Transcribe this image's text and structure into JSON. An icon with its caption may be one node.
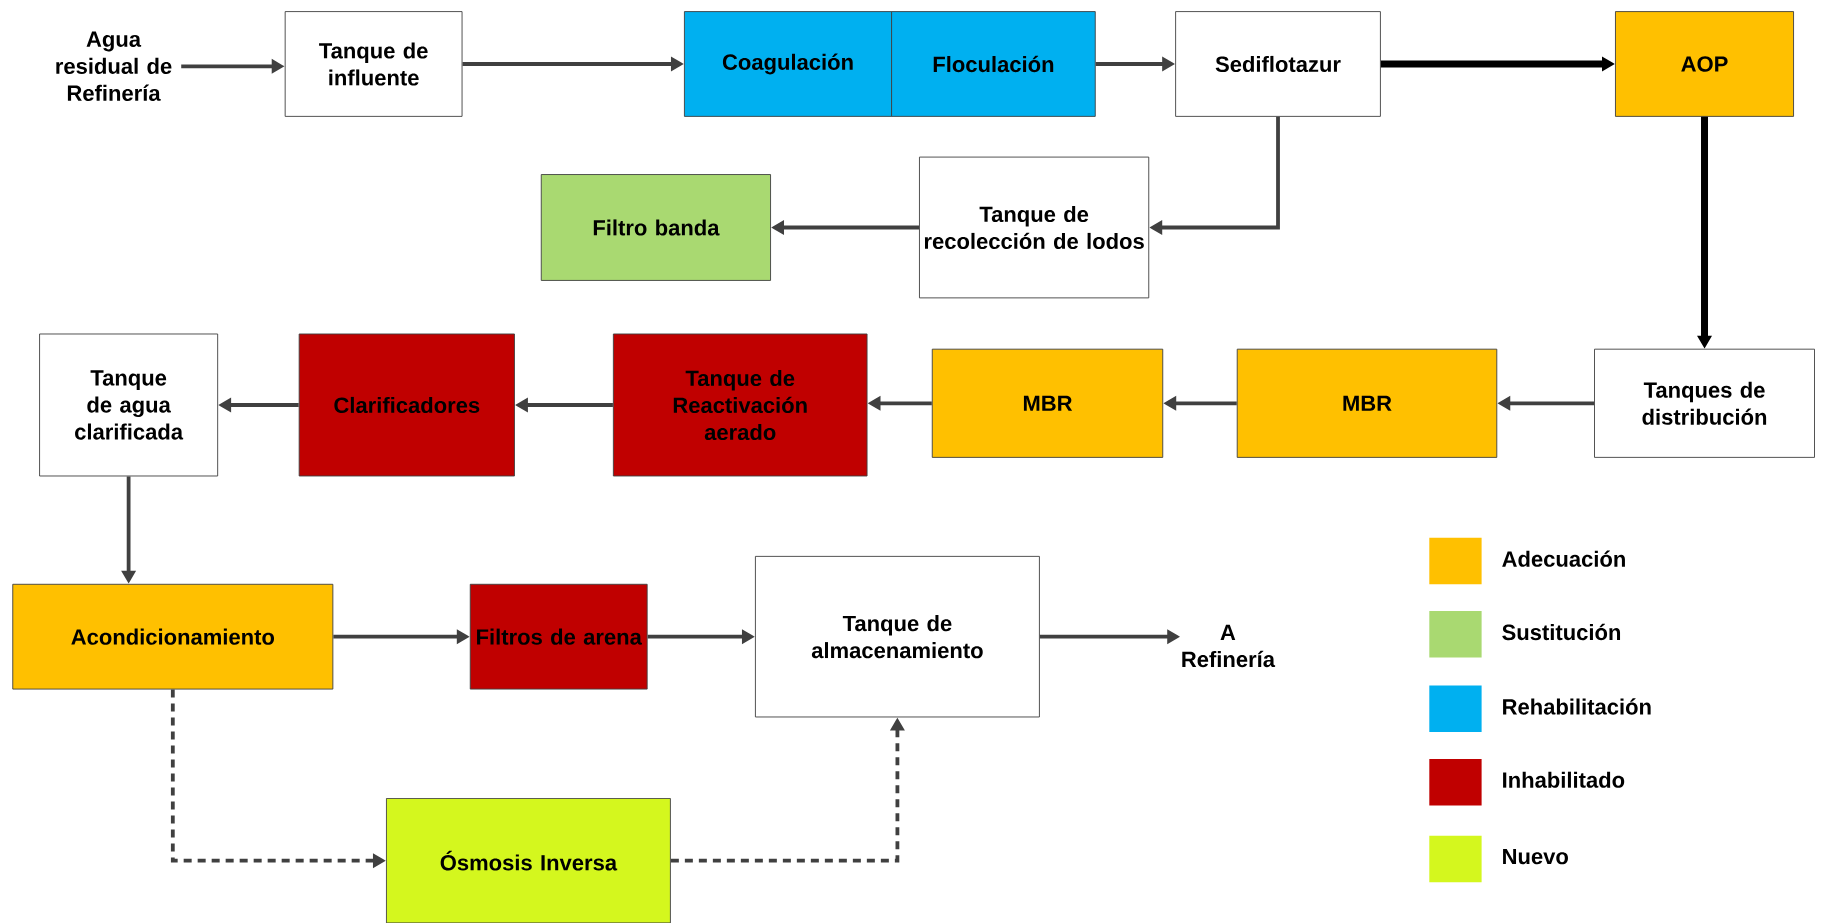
{
  "diagram": {
    "nodes": [
      {
        "text": [
          "Agua residual de Refinería"
        ]
      },
      {
        "text": [
          "Tanque de influente"
        ]
      },
      {
        "text": [
          "Coagulación"
        ]
      },
      {
        "text": [
          "Floculación"
        ]
      },
      {
        "text": [
          "Sediflotazur"
        ]
      },
      {
        "text": [
          "AOP"
        ]
      },
      {
        "text": [
          "Filtro banda"
        ]
      },
      {
        "text": [
          "Tanque de recolección de lodos"
        ]
      },
      {
        "text": [
          "Tanques de distribución"
        ]
      },
      {
        "text": [
          "MBR"
        ]
      },
      {
        "text": [
          "MBR"
        ]
      },
      {
        "text": [
          "Tanque de Reactivación aerado"
        ]
      },
      {
        "text": [
          "Clarificadores"
        ]
      },
      {
        "text": [
          "Tanque de agua clarificada"
        ]
      },
      {
        "text": [
          "Acondicionamiento"
        ]
      },
      {
        "text": [
          "Filtros de arena"
        ]
      },
      {
        "text": [
          "Tanque de almacenamiento"
        ]
      },
      {
        "text": [
          "A Refinería"
        ]
      },
      {
        "text": [
          "Ósmosis Inversa"
        ]
      }
    ],
    "edges": [
      {
        "from": 0,
        "to": 1,
        "arrow": "to"
      },
      {
        "from": 1,
        "to": 2,
        "arrow": "to"
      },
      {
        "from": 3,
        "to": 4,
        "arrow": "to"
      },
      {
        "from": 4,
        "to": 5,
        "arrow": "to",
        "style": "thick",
        "color": "#000000"
      },
      {
        "from": 4,
        "to": 7,
        "arrow": "to"
      },
      {
        "from": 7,
        "to": 6,
        "arrow": "to"
      },
      {
        "from": 5,
        "to": 8,
        "arrow": "to",
        "style": "thick",
        "color": "#000000"
      },
      {
        "from": 8,
        "to": 9,
        "arrow": "to"
      },
      {
        "from": 9,
        "to": 10,
        "arrow": "to"
      },
      {
        "from": 10,
        "to": 11,
        "arrow": "to"
      },
      {
        "from": 11,
        "to": 12,
        "arrow": "to"
      },
      {
        "from": 12,
        "to": 13,
        "arrow": "to"
      },
      {
        "from": 13,
        "to": 14,
        "arrow": "to"
      },
      {
        "from": 14,
        "to": 15,
        "arrow": "to"
      },
      {
        "from": 15,
        "to": 16,
        "arrow": "to"
      },
      {
        "from": 16,
        "to": 17,
        "arrow": "to"
      },
      {
        "from": 14,
        "to": 18,
        "arrow": "to",
        "style": "dashed"
      },
      {
        "from": 18,
        "to": 16,
        "arrow": "to",
        "style": "dashed"
      }
    ],
    "legend": [
      {
        "text": "Adecuación",
        "color": "#ffc000"
      },
      {
        "text": "Sustitución",
        "color": "#a9d971"
      },
      {
        "text": "Rehabilitación",
        "color": "#00b0f0"
      },
      {
        "text": "Inhabilitado",
        "color": "#c00000"
      },
      {
        "text": "Nuevo",
        "color": "#d4f71e"
      }
    ]
  }
}
